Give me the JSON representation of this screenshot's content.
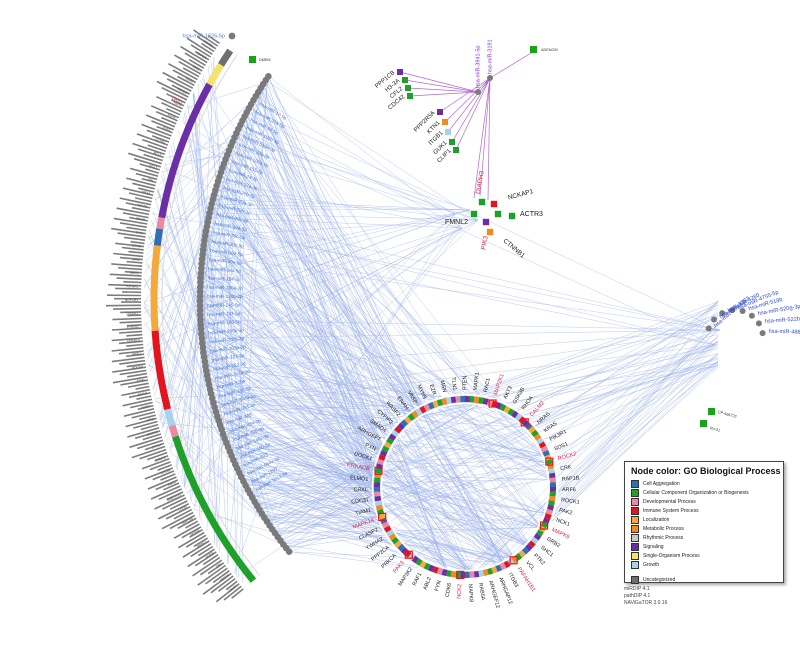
{
  "colors": {
    "edge": "#9bb1e8",
    "mirna_edge": "#a64dc9",
    "gene_label": "#222222",
    "highlight_label": "#d42a4e",
    "mirna_label": "#2d48d8",
    "purple_label": "#8a33cc",
    "node": "#7a7a7a",
    "drug": "#1aa31a"
  },
  "nodes": {
    "top_mirna_left": "hsa-miR-1226-5p",
    "top_purple_mirnas": [
      "hsa-miR-3941-5p",
      "hsa-miR-3191"
    ],
    "top_genes_a": [
      "PPP1CB",
      "H3-3A",
      "CFL2",
      "CDC42"
    ],
    "top_genes_b": [
      "PPP2R5A",
      "KTN1",
      "ITGB1",
      "GUK1",
      "CLIP1"
    ],
    "hub_genes": [
      "NCKAP1",
      "ACTR3",
      "FMNL2",
      "CTNNB1"
    ],
    "hub_highlight": [
      "DIAPH3",
      "PIK3"
    ],
    "drugs": [
      "DMEM",
      "ADENOM",
      "CP-466722",
      "Ro-31"
    ],
    "right_mirnas": [
      "hsa-miR-10b-5p",
      "hsa-miR-1303",
      "hsa-miR-4260",
      "hsa-miR-4755-5p",
      "hsa-miR-518b",
      "hsa-miR-520g-3p",
      "hsa-miR-522b",
      "hsa-miR-488"
    ],
    "ring_genes": [
      "PTEN",
      "MAPK1",
      "RAC1",
      "AKT3",
      "GSK3B",
      "RHOA",
      "NRAS",
      "KRAS",
      "PIK3R1",
      "SOS1",
      "CRK",
      "RAP1B",
      "ARF6",
      "ROCK1",
      "PAK2",
      "NCK1",
      "GRB2",
      "SHC1",
      "PTK2",
      "VCL",
      "ITGB3",
      "ARHGAP12",
      "ARHGEF12",
      "RAB5A",
      "MAPK8",
      "CDK6",
      "FYN",
      "ABL2",
      "RAF1",
      "MAP3K2",
      "PRKCA",
      "PPP2CA",
      "YWHAZ",
      "CLASP2",
      "TIAM1",
      "CDC37",
      "CRKL",
      "ELMO1",
      "DOCK1",
      "PXN",
      "ARHGEF7",
      "SMAD4",
      "CYFIP2",
      "WASF2",
      "ENAH",
      "VASP",
      "MYH9",
      "EZR",
      "MSN",
      "TLN1"
    ],
    "ring_highlight": [
      "MAP2K1",
      "CALM2",
      "ROCK2",
      "MAPK9",
      "PAFAH1B1",
      "NCK2",
      "PAK3",
      "MAPK14",
      "PRKACB"
    ],
    "arc_mirnas_sample": [
      "hsa-miR-17-5p",
      "hsa-miR-20a-5p",
      "hsa-miR-93-5p",
      "hsa-miR-106b-5p",
      "hsa-miR-519d-3p",
      "hsa-miR-20b-5p",
      "hsa-miR-106a-5p",
      "hsa-miR-155-5p",
      "hsa-miR-24-3p",
      "hsa-miR-27a-3p",
      "hsa-miR-27b-3p",
      "hsa-miR-29a-3p",
      "hsa-miR-29b-3p",
      "hsa-miR-29c-3p",
      "hsa-miR-30a-5p",
      "hsa-miR-30b-5p",
      "hsa-miR-30c-5p",
      "hsa-miR-30d-5p",
      "hsa-miR-30e-5p",
      "hsa-miR-34a-5p",
      "hsa-miR-124-3p",
      "hsa-miR-130a-3p",
      "hsa-miR-130b-3p",
      "hsa-miR-145-5p",
      "hsa-miR-182-5p",
      "hsa-miR-186-5p",
      "hsa-miR-200b-3p",
      "hsa-miR-200c-3p",
      "hsa-miR-203a-3p",
      "hsa-miR-221-3p",
      "hsa-miR-222-3p",
      "hsa-miR-302a-3p",
      "hsa-miR-320a",
      "hsa-miR-335-5p",
      "hsa-miR-374a-5p",
      "hsa-miR-381-3p",
      "hsa-miR-429",
      "hsa-miR-454-3p",
      "hsa-miR-495-3p",
      "hsa-miR-548c-3p",
      "hsa-miR-590-3p",
      "hsa-miR-603",
      "hsa-miR-664a-3p",
      "hsa-miR-1297",
      "hsa-miR-3613-3p"
    ],
    "outer_genes_sample": [
      "ATP2B1",
      "SMAD2",
      "ZEB1",
      "ZEB2",
      "FOXO3",
      "KLF4",
      "SOX4",
      "E2F3",
      "CCND1",
      "BCL2",
      "MCL1",
      "SP1",
      "HIF1A",
      "VEGFA",
      "IGF1R",
      "MYC",
      "STAT3",
      "JAK2",
      "SIRT1",
      "TGFBR2",
      "NOTCH1",
      "DICER1",
      "PTPN11",
      "CDKN1A",
      "WEE1",
      "PDCD4",
      "TPM1",
      "ATXN1",
      "RORA",
      "NFIB",
      "BACH2",
      "ZFHX4",
      "ELAVL2",
      "CPEB3",
      "PHF6",
      "ONECUT2",
      "LCOR",
      "TNRC6B",
      "SESN3",
      "MBNL1",
      "PURB",
      "QKI",
      "RBM24",
      "CELF2"
    ],
    "outer_highlight": [
      "TRIO"
    ]
  },
  "legend": {
    "title": "Node color: GO Biological Process",
    "items": [
      {
        "label": "Cell Aggregation",
        "color": "#2f6fb4"
      },
      {
        "label": "Cellular Component Organization or Biogenesis",
        "color": "#1fa02a"
      },
      {
        "label": "Developmental Process",
        "color": "#ea8aa0"
      },
      {
        "label": "Immune System Process",
        "color": "#e3141c"
      },
      {
        "label": "Localization",
        "color": "#f5a93b"
      },
      {
        "label": "Metabolic Process",
        "color": "#f28a1c"
      },
      {
        "label": "Rhythmic Process",
        "color": "#c8c8c8"
      },
      {
        "label": "Signaling",
        "color": "#6c2ea5"
      },
      {
        "label": "Single-Organism Process",
        "color": "#f3e36a"
      },
      {
        "label": "Growth",
        "color": "#a7d3ea"
      }
    ],
    "uncategorized": {
      "label": "Uncategorized",
      "color": "#6f6f6f"
    }
  },
  "versions": [
    "miRDIP 4.1",
    "pathDIP 4.1",
    "NAViGaTOR 3.0.16"
  ]
}
